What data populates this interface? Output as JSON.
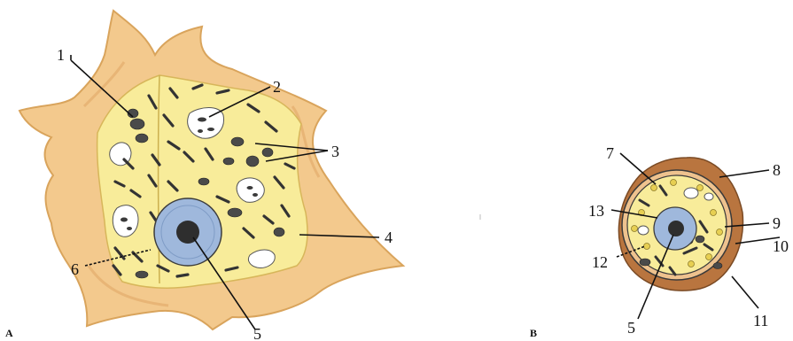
{
  "panels": {
    "a": "A",
    "b": "B"
  },
  "labels": {
    "l1": "1",
    "l2": "2",
    "l3": "3",
    "l4": "4",
    "l5": "5",
    "l6": "6",
    "l7": "7",
    "l8": "8",
    "l9": "9",
    "l10": "10",
    "l11": "11",
    "l12": "12",
    "l13": "13",
    "l5b": "5"
  },
  "colors": {
    "cell_body": "#f3c98d",
    "cell_outline": "#d9a45c",
    "cytoplasm": "#f8ec9a",
    "nucleus": "#9fb8dc",
    "nucleolus": "#2e2e2e",
    "organelle": "#3a3a3a",
    "vacuole": "#ffffff",
    "wall_brown": "#b9753f",
    "granule": "#e7cf52"
  },
  "icons": {
    "cell_a": "stellate-cell-illustration",
    "cell_b": "round-cell-illustration"
  }
}
